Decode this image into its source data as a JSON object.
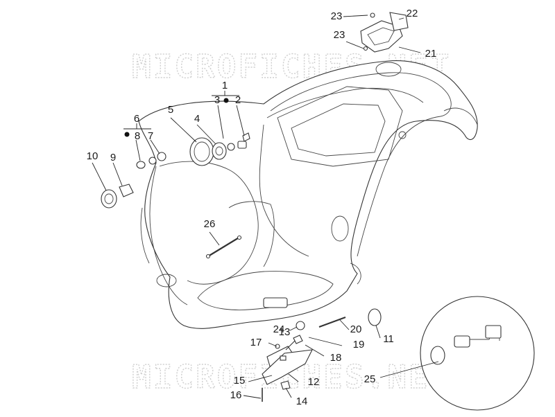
{
  "watermark": {
    "top": "MICROFICHES.NET",
    "bottom": "MICROFICHES.NET"
  },
  "callouts": [
    {
      "id": "c1",
      "text": "1"
    },
    {
      "id": "c2",
      "text": "2"
    },
    {
      "id": "c3",
      "text": "3"
    },
    {
      "id": "c4",
      "text": "4"
    },
    {
      "id": "c5",
      "text": "5"
    },
    {
      "id": "c6",
      "text": "6"
    },
    {
      "id": "c7",
      "text": "7"
    },
    {
      "id": "c8",
      "text": "8"
    },
    {
      "id": "c9",
      "text": "9"
    },
    {
      "id": "c10",
      "text": "10"
    },
    {
      "id": "c11",
      "text": "11"
    },
    {
      "id": "c12",
      "text": "12"
    },
    {
      "id": "c13",
      "text": "13"
    },
    {
      "id": "c14",
      "text": "14"
    },
    {
      "id": "c15",
      "text": "15"
    },
    {
      "id": "c16",
      "text": "16"
    },
    {
      "id": "c17",
      "text": "17"
    },
    {
      "id": "c18",
      "text": "18"
    },
    {
      "id": "c19",
      "text": "19"
    },
    {
      "id": "c20",
      "text": "20"
    },
    {
      "id": "c21",
      "text": "21"
    },
    {
      "id": "c22",
      "text": "22"
    },
    {
      "id": "c23a",
      "text": "23"
    },
    {
      "id": "c23b",
      "text": "23"
    },
    {
      "id": "c24",
      "text": "24"
    },
    {
      "id": "c25",
      "text": "25"
    },
    {
      "id": "c26",
      "text": "26"
    }
  ]
}
